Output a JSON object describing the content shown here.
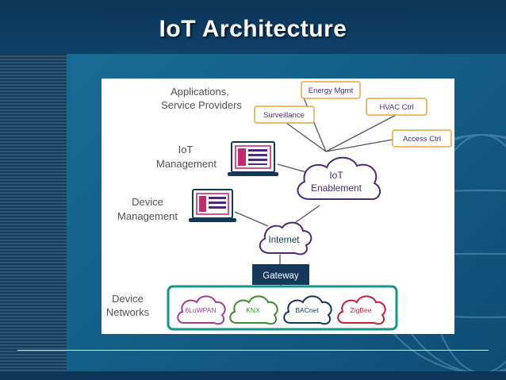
{
  "slide": {
    "title": "IoT Architecture"
  },
  "diagram": {
    "labels": {
      "applications_line1": "Applications,",
      "applications_line2": "Service Providers",
      "iot_mgmt_line1": "IoT",
      "iot_mgmt_line2": "Management",
      "device_mgmt_line1": "Device",
      "device_mgmt_line2": "Management",
      "device_networks_line1": "Device",
      "device_networks_line2": "Networks"
    },
    "services": [
      "Energy Mgmt",
      "HVAC Ctrl",
      "Surveillance",
      "Access Ctrl"
    ],
    "enablement_line1": "IoT",
    "enablement_line2": "Enablement",
    "internet": "Internet",
    "gateway": "Gateway",
    "networks": [
      "6LoWPAN",
      "KNX",
      "BACnet",
      "ZigBee"
    ]
  },
  "colors": {
    "service_border": "#f0a03c",
    "purple": "#4b2878",
    "teal": "#159688",
    "navy": "#14375a",
    "laptop_magenta": "#c8286e",
    "net_6lowpan": "#a23c96",
    "net_knx": "#3c8c28",
    "net_bacnet": "#14375a",
    "net_zigbee": "#c81e3c",
    "label_gray": "#505050"
  },
  "icons": {
    "iot_management": "laptop-icon",
    "device_management": "laptop-icon"
  }
}
